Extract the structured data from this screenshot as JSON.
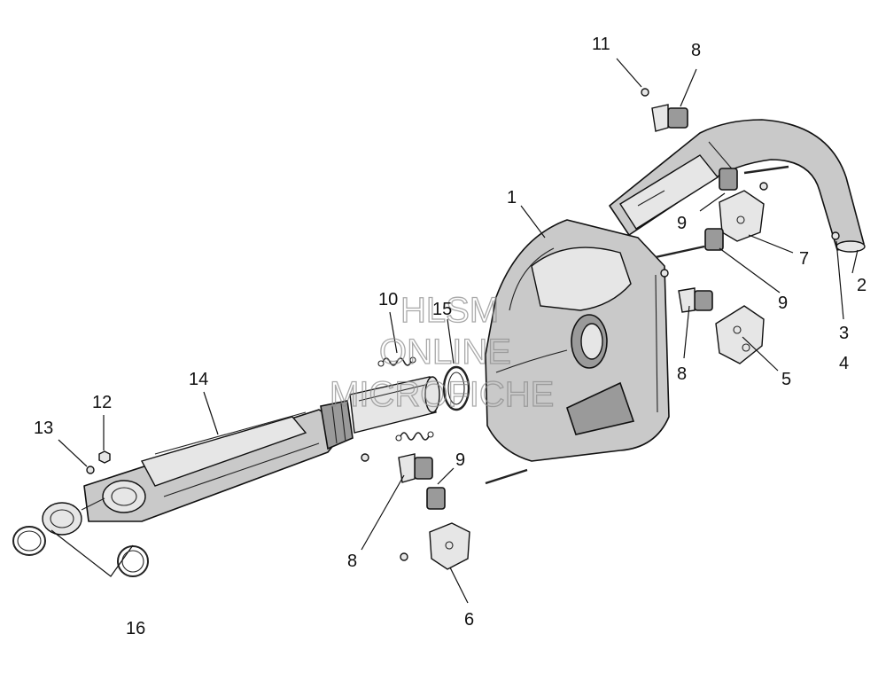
{
  "watermark": {
    "line1": "HLSM",
    "line2": "ONLINE",
    "line3": "MICROFICHE"
  },
  "callouts": [
    {
      "id": "c1",
      "label": "1"
    },
    {
      "id": "c2",
      "label": "2"
    },
    {
      "id": "c3",
      "label": "3"
    },
    {
      "id": "c4",
      "label": "4"
    },
    {
      "id": "c5",
      "label": "5"
    },
    {
      "id": "c6",
      "label": "6"
    },
    {
      "id": "c7",
      "label": "7"
    },
    {
      "id": "c8a",
      "label": "8"
    },
    {
      "id": "c8b",
      "label": "8"
    },
    {
      "id": "c8c",
      "label": "8"
    },
    {
      "id": "c9a",
      "label": "9"
    },
    {
      "id": "c9b",
      "label": "9"
    },
    {
      "id": "c9c",
      "label": "9"
    },
    {
      "id": "c10",
      "label": "10"
    },
    {
      "id": "c11",
      "label": "11"
    },
    {
      "id": "c12",
      "label": "12"
    },
    {
      "id": "c13",
      "label": "13"
    },
    {
      "id": "c14",
      "label": "14"
    },
    {
      "id": "c15",
      "label": "15"
    },
    {
      "id": "c16",
      "label": "16"
    }
  ]
}
